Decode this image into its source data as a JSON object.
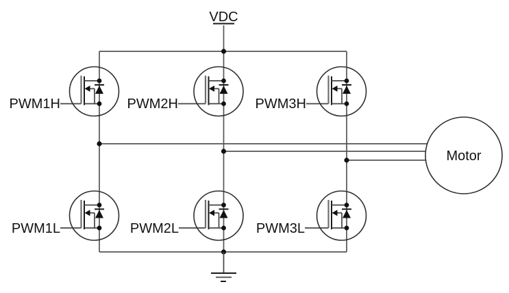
{
  "schematic": {
    "supply_label": "VDC",
    "motor_label": "Motor",
    "high_side": [
      "PWM1H",
      "PWM2H",
      "PWM3H"
    ],
    "low_side": [
      "PWM1L",
      "PWM2L",
      "PWM3L"
    ],
    "colors": {
      "background": "#ffffff",
      "wire": "#555555",
      "component_outline": "#2e2e2e",
      "text": "#111111"
    }
  }
}
